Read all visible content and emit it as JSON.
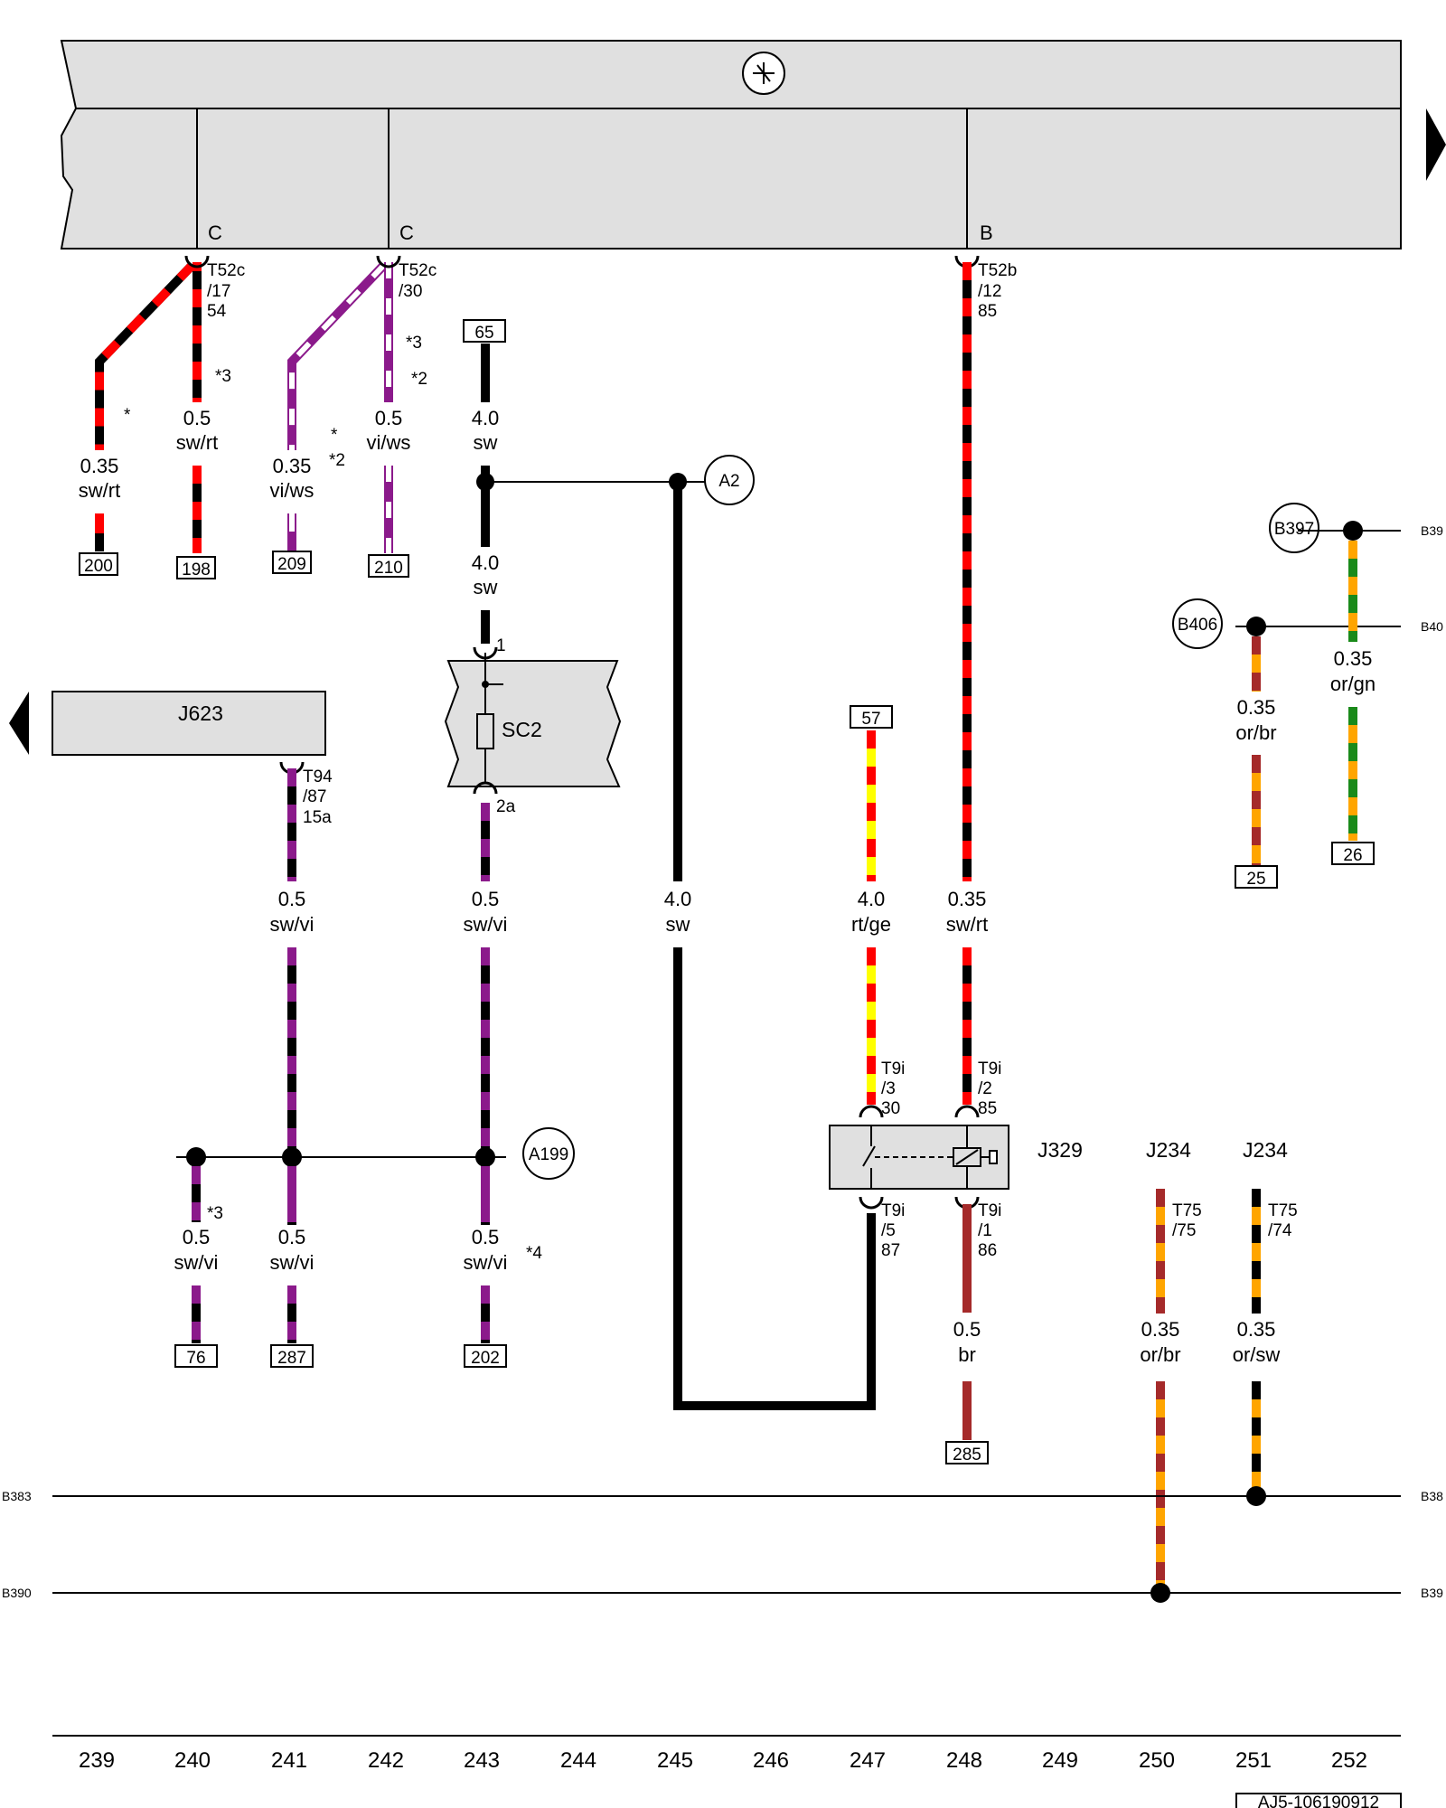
{
  "wires": {
    "w240a": {
      "size": "0.35",
      "color": "sw/rt"
    },
    "w240b": {
      "size": "0.5",
      "color": "sw/rt"
    },
    "w242a": {
      "size": "0.35",
      "color": "vi/ws"
    },
    "w242b": {
      "size": "0.5",
      "color": "vi/ws"
    },
    "w243a": {
      "size": "4.0",
      "color": "sw"
    },
    "w243b": {
      "size": "4.0",
      "color": "sw"
    },
    "w241c": {
      "size": "0.5",
      "color": "sw/vi"
    },
    "w243c": {
      "size": "0.5",
      "color": "sw/vi"
    },
    "w245": {
      "size": "4.0",
      "color": "sw"
    },
    "w247": {
      "size": "4.0",
      "color": "rt/ge"
    },
    "w248a": {
      "size": "0.35",
      "color": "sw/rt"
    },
    "w248b": {
      "size": "0.5",
      "color": "br"
    },
    "w240d": {
      "size": "0.5",
      "color": "sw/vi"
    },
    "w241d": {
      "size": "0.5",
      "color": "sw/vi"
    },
    "w243d": {
      "size": "0.5",
      "color": "sw/vi"
    },
    "w250a": {
      "size": "0.35",
      "color": "or/br"
    },
    "w252a": {
      "size": "0.35",
      "color": "or/gn"
    },
    "w250b": {
      "size": "0.35",
      "color": "or/br"
    },
    "w251b": {
      "size": "0.35",
      "color": "or/sw"
    }
  },
  "connectors": {
    "t52c17": [
      "T52c",
      "/17",
      "54"
    ],
    "t52c30": [
      "T52c",
      "/30"
    ],
    "t52b12": [
      "T52b",
      "/12",
      "85"
    ],
    "t94": [
      "T94",
      "/87",
      "15a"
    ],
    "t9i3": [
      "T9i",
      "/3",
      "30"
    ],
    "t9i2": [
      "T9i",
      "/2",
      "85"
    ],
    "t9i5": [
      "T9i",
      "/5",
      "87"
    ],
    "t9i1": [
      "T9i",
      "/1",
      "86"
    ],
    "t7575": [
      "T75",
      "/75"
    ],
    "t7574": [
      "T75",
      "/74"
    ],
    "pin1": "1",
    "pin2a": "2a",
    "harnessC1": "C",
    "harnessC2": "C",
    "harnessB": "B"
  },
  "components": {
    "j623": "J623",
    "sc2": "SC2",
    "j329": "J329",
    "j234a": "J234",
    "j234b": "J234"
  },
  "splices": {
    "a2": "A2",
    "a199": "A199",
    "b397": "B397",
    "b406": "B406"
  },
  "refs": {
    "r200": "200",
    "r198": "198",
    "r209": "209",
    "r210": "210",
    "r65": "65",
    "r57": "57",
    "r25": "25",
    "r26": "26",
    "r76": "76",
    "r287": "287",
    "r202": "202",
    "r285": "285"
  },
  "notes": {
    "n1": "*",
    "n2": "*3",
    "n3": "*",
    "n4": "*2",
    "n5": "*3",
    "n6": "*2",
    "n7": "*3",
    "n8": "*4"
  },
  "bus": {
    "b383_left": "B383",
    "b383_right": "B38",
    "b390_left": "B390",
    "b390_right": "B39",
    "b397_right": "B39",
    "b406_right": "B40"
  },
  "columns": [
    "239",
    "240",
    "241",
    "242",
    "243",
    "244",
    "245",
    "246",
    "247",
    "248",
    "249",
    "250",
    "251",
    "252"
  ],
  "doc_id": "AJ5-106190912",
  "colors": {
    "sw": "#000000",
    "rt": "#ff0000",
    "vi": "#8b1a8b",
    "ws": "#ffffff",
    "ge": "#ffff00",
    "br": "#a52a2a",
    "or": "#ffa500",
    "gn": "#1a8a1a",
    "panel": "#e0e0e0"
  }
}
